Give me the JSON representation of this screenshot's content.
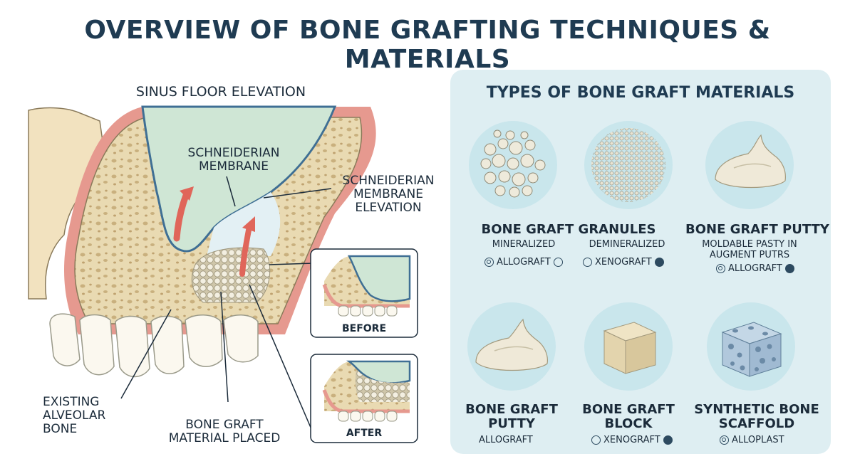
{
  "title": "OVERVIEW OF BONE GRAFTING TECHNIQUES & MATERIALS",
  "left": {
    "heading": "SINUS FLOOR ELEVATION",
    "labels": {
      "membrane": [
        "SCHNEIDERIAN",
        "MEMBRANE"
      ],
      "elevation": [
        "SCHNEIDERIAN",
        "MEMBRANE",
        "ELEVATION"
      ],
      "existing_bone": [
        "EXISTING",
        "ALVEOLAR",
        "BONE"
      ],
      "graft_placed": [
        "BONE GRAFT",
        "MATERIAL PLACED"
      ]
    },
    "insets": {
      "before": "BEFORE",
      "after": "AFTER"
    }
  },
  "panel": {
    "title": "TYPES OF BONE GRAFT MATERIALS",
    "granules": {
      "title": "BONE GRAFT GRANULES",
      "sub_left": "MINERALIZED",
      "sub_right": "DEMINERALIZED",
      "tag_left": "ALLOGRAFT",
      "tag_right": "XENOGRAFT"
    },
    "putty_top": {
      "title": "BONE GRAFT PUTTY",
      "desc_1": "MOLDABLE PASTY IN",
      "desc_2": "AUGMENT PUTRS",
      "tag": "ALLOGRAFT"
    },
    "putty_bottom": {
      "title_1": "BONE GRAFT",
      "title_2": "PUTTY",
      "tag": "ALLOGRAFT"
    },
    "block": {
      "title_1": "BONE GRAFT",
      "title_2": "BLOCK",
      "tag": "XENOGRAFT"
    },
    "scaffold": {
      "title_1": "SYNTHETIC BONE",
      "title_2": "SCAFFOLD",
      "tag": "ALLOPLAST"
    }
  },
  "colors": {
    "sinus": "#cfe6d5",
    "membrane": "#3f6f94",
    "bone": "#eee0bd",
    "gum": "#e6998f",
    "arrow": "#e0665a",
    "panel": "#deeef2"
  }
}
